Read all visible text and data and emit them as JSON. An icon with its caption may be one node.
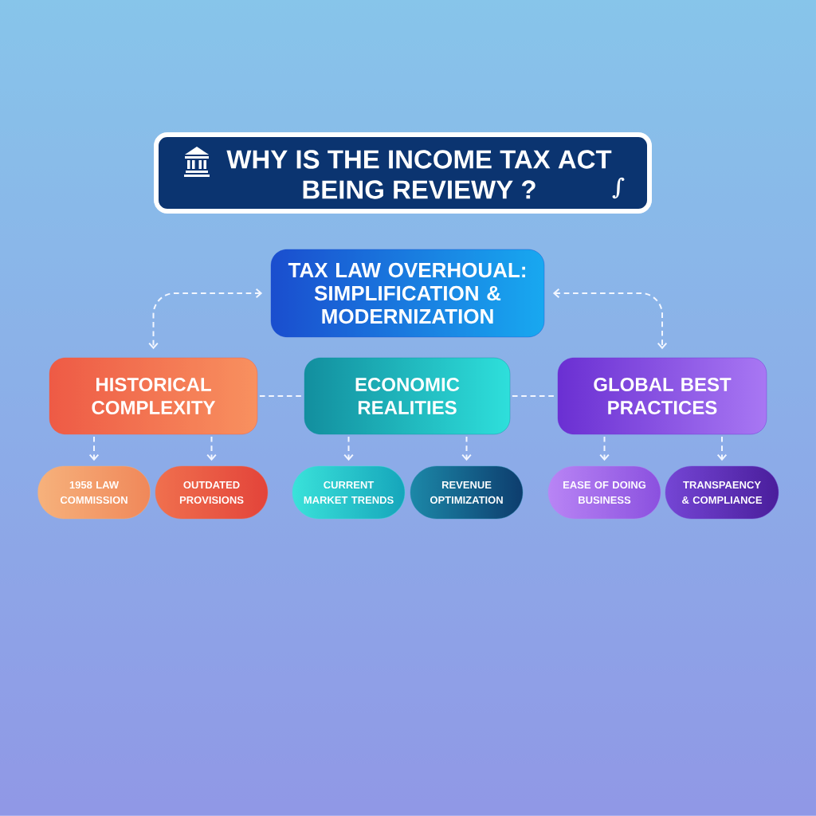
{
  "diagram": {
    "title": "WHY IS THE INCOME TAX ACT BEING REVIEWY ?",
    "nodes": [
      {
        "text": [
          "TAX LAW OVERHOUAL: SIMPLIFICATION & MODERNIZATION"
        ]
      },
      {
        "text": [
          "HISTORICAL COMPLEXITY"
        ]
      },
      {
        "text": [
          "ECONOMIC REALITIES"
        ]
      },
      {
        "text": [
          "GLOBAL BEST PRACTICES"
        ]
      },
      {
        "text": [
          "1958 LAW COMMISSION"
        ]
      },
      {
        "text": [
          "OUTDATED PROVISIONS"
        ]
      },
      {
        "text": [
          "CURRENT MARKET TRENDS"
        ]
      },
      {
        "text": [
          "REVENUE OPTIMIZATION"
        ]
      },
      {
        "text": [
          "EASE OF DOING BUSINESS"
        ]
      },
      {
        "text": [
          "TRANSPAENCY & COMPLIANCE"
        ]
      }
    ],
    "edges": [
      {
        "from": 0,
        "to": 1,
        "arrow": "both",
        "style": "dashed"
      },
      {
        "from": 0,
        "to": 3,
        "arrow": "both",
        "style": "dashed"
      },
      {
        "from": 1,
        "to": 2,
        "arrow": "none",
        "style": "dashed"
      },
      {
        "from": 2,
        "to": 3,
        "arrow": "none",
        "style": "dashed"
      },
      {
        "from": 1,
        "to": 4,
        "arrow": "to",
        "style": "dashed"
      },
      {
        "from": 1,
        "to": 5,
        "arrow": "to",
        "style": "dashed"
      },
      {
        "from": 2,
        "to": 6,
        "arrow": "to",
        "style": "dashed"
      },
      {
        "from": 2,
        "to": 7,
        "arrow": "to",
        "style": "dashed"
      },
      {
        "from": 3,
        "to": 8,
        "arrow": "to",
        "style": "dashed"
      },
      {
        "from": 3,
        "to": 9,
        "arrow": "to",
        "style": "dashed"
      }
    ],
    "labels": [
      "∫"
    ]
  }
}
